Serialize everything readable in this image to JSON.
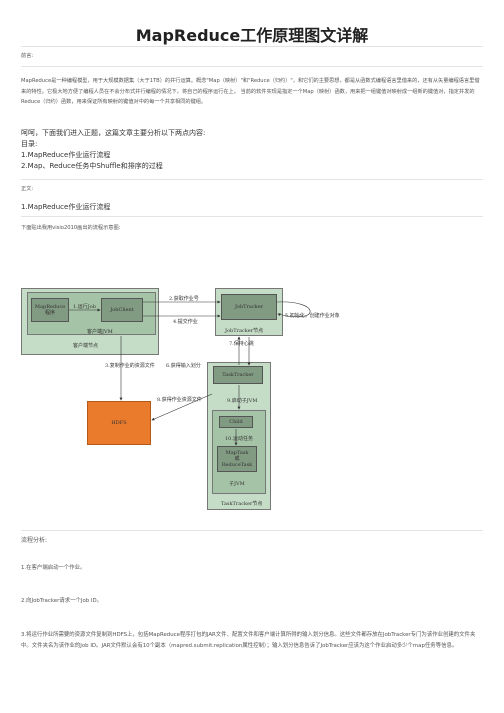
{
  "title": "MapReduce工作原理图文详解",
  "preface_label": "前言:",
  "intro": "MapReduce是一种编程模型，用于大规模数据集（大于1TB）的并行运算。概念\"Map（映射）\"和\"Reduce（归约）\"，和它们的主要思想，都是从函数式编程语言里借来的，还有从矢量编程语言里借来的特性。它极大地方便了编程人员在不会分布式并行编程的情况下，将自己的程序运行在上。 当前的软件实现是指定一个Map（映射）函数，用来把一组键值对映射成一组新的键值对，指定并发的Reduce（归约）函数，用来保证所有映射的键值对中的每一个共享相同的键组。",
  "lead": "呵呵，下面我们进入正题，这篇文章主要分析以下两点内容:",
  "toc_label": "目录:",
  "toc": [
    "1.MapReduce作业运行流程",
    "2.Map、Reduce任务中Shuffle和排序的过程"
  ],
  "body_label": "正文:",
  "section1_title": "1.MapReduce作业运行流程",
  "figure_caption": "下面贴出我用visio2010画出的流程示意图:",
  "diagram": {
    "mapreduce_program": "MapReduce\n程序",
    "jobclient": "JobClient",
    "client_jvm": "客户端JVM",
    "client_node": "客户端节点",
    "jobtracker": "JobTracker",
    "jobtracker_node": "JobTracker节点",
    "tasktracker": "TaskTracker",
    "tasktracker_node": "TaskTracker节点",
    "child": "Child",
    "maptask": "MapTask\n或\nReduceTask",
    "child_jvm": "子JVM",
    "hdfs": "HDFS",
    "step1": "1.运行Job",
    "step2": "2.获取作业号",
    "step3": "3.复制作业的资源文件",
    "step4": "4.提交作业",
    "step5": "5.初始化，创建作业对象",
    "step6": "6.获得输入划分",
    "step7": "7.保持心跳",
    "step8": "8.获得作业资源文件",
    "step9": "9.启动子JVM",
    "step10": "10.运动任务"
  },
  "flow_label": "流程分析:",
  "steps": [
    "1.在客户端启动一个作业。",
    "2.向JobTracker请求一个Job ID。",
    "3.将运行作业所需要的资源文件复制到HDFS上，包括MapReduce程序打包的JAR文件、配置文件和客户端计算所得的输入划分信息。这些文件都存放在JobTracker专门为该作业创建的文件夹中。文件夹名为该作业的Job ID。JAR文件默认会有10个副本（mapred.submit.replication属性控制）；输入划分信息告诉了JobTracker应该为这个作业启动多少个map任务等信息。"
  ],
  "colors": {
    "outer_bg": "#c5dcc6",
    "inner_bg": "#a5c3a6",
    "box_fill": "#819a82",
    "hdfs": "#ea7b2c",
    "line": "#333333"
  }
}
